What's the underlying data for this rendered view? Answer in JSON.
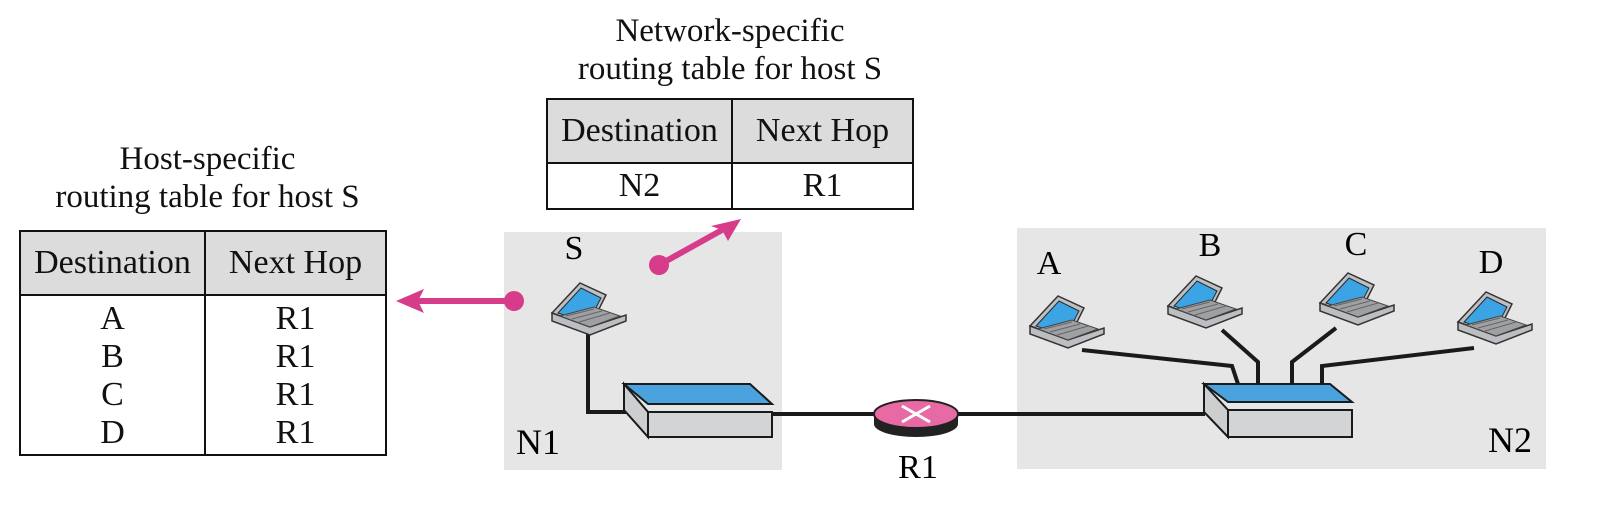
{
  "host_table": {
    "title_line1": "Host-specific",
    "title_line2": "routing table for host S",
    "col_destination": "Destination",
    "col_next_hop": "Next Hop",
    "rows": [
      {
        "destination": "A",
        "next_hop": "R1"
      },
      {
        "destination": "B",
        "next_hop": "R1"
      },
      {
        "destination": "C",
        "next_hop": "R1"
      },
      {
        "destination": "D",
        "next_hop": "R1"
      }
    ]
  },
  "network_table": {
    "title_line1": "Network-specific",
    "title_line2": "routing table for host S",
    "col_destination": "Destination",
    "col_next_hop": "Next Hop",
    "rows": [
      {
        "destination": "N2",
        "next_hop": "R1"
      }
    ]
  },
  "labels": {
    "host_s": "S",
    "network_n1": "N1",
    "network_n2": "N2",
    "router": "R1",
    "host_a": "A",
    "host_b": "B",
    "host_c": "C",
    "host_d": "D"
  },
  "colors": {
    "network_bg": "#e6e6e7",
    "arrow": "#d63c8a",
    "switch_top": "#4aa3df",
    "router": "#e86aa4",
    "header_bg": "#dcdcdd"
  },
  "icons": [
    "laptop-icon",
    "switch-icon",
    "router-icon"
  ]
}
